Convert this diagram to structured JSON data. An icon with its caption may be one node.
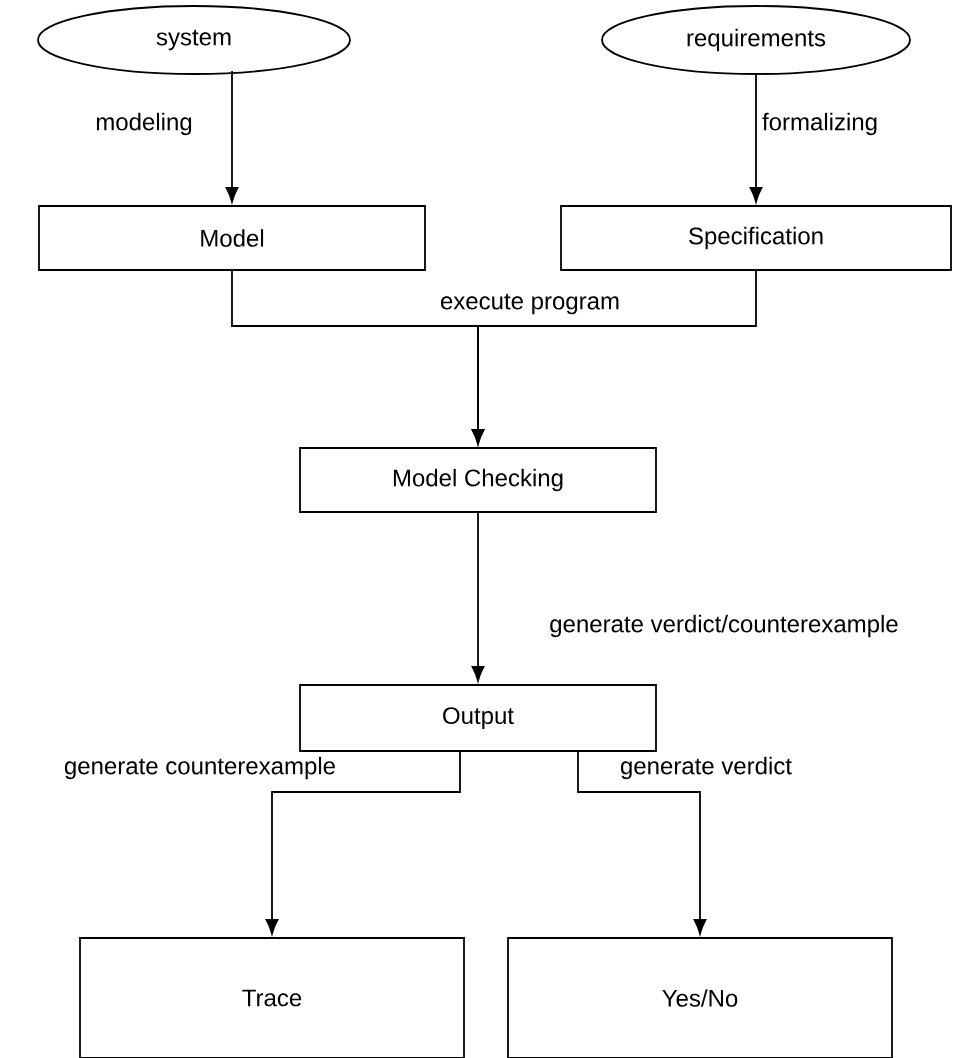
{
  "diagram": {
    "nodes": [
      {
        "text": [
          "system"
        ]
      },
      {
        "text": [
          "requirements"
        ]
      },
      {
        "text": [
          "Model"
        ]
      },
      {
        "text": [
          "Specification"
        ]
      },
      {
        "text": [
          "Model Checking"
        ]
      },
      {
        "text": [
          "Output"
        ]
      },
      {
        "text": [
          "Trace"
        ]
      },
      {
        "text": [
          "Yes/No"
        ]
      }
    ],
    "edges": [
      {
        "from": 0,
        "to": 2,
        "arrow": "to",
        "label": "modeling"
      },
      {
        "from": 1,
        "to": 3,
        "arrow": "to",
        "label": "formalizing"
      },
      {
        "from": 2,
        "to": 4,
        "arrow": "to",
        "label": "execute program"
      },
      {
        "from": 3,
        "to": 4,
        "arrow": "to"
      },
      {
        "from": 4,
        "to": 5,
        "arrow": "to",
        "label": "generate verdict/counterexample"
      },
      {
        "from": 5,
        "to": 6,
        "arrow": "to",
        "label": "generate counterexample"
      },
      {
        "from": 5,
        "to": 7,
        "arrow": "to",
        "label": "generate verdict"
      }
    ]
  }
}
